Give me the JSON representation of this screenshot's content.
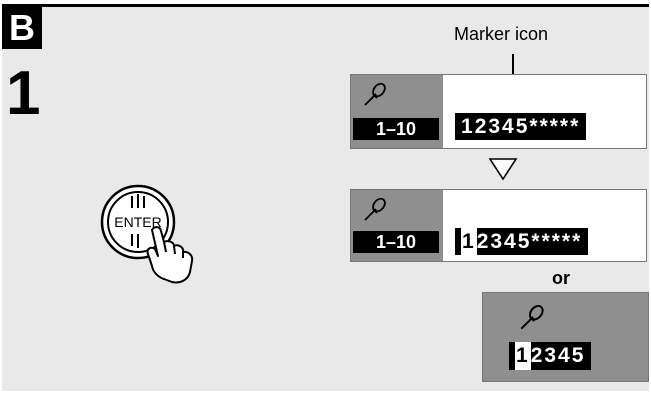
{
  "section": "B",
  "step": "1",
  "caption": "Marker icon",
  "button_label": "ENTER",
  "displays": [
    {
      "range": "1–10",
      "first": "1",
      "rest": "2345*****",
      "first_highlighted": false
    },
    {
      "range": "1–10",
      "first": "1",
      "rest": "2345*****",
      "first_highlighted": true
    }
  ],
  "or_text": "or",
  "alt_display": {
    "first": "1",
    "rest": "2345",
    "first_highlighted": true
  },
  "icons": [
    "marker-pin-icon",
    "down-triangle-icon",
    "pointing-hand-icon"
  ],
  "colors": {
    "panel": "#e9e9e9",
    "display_gray": "#8f8f8f",
    "badge": "#000000"
  }
}
